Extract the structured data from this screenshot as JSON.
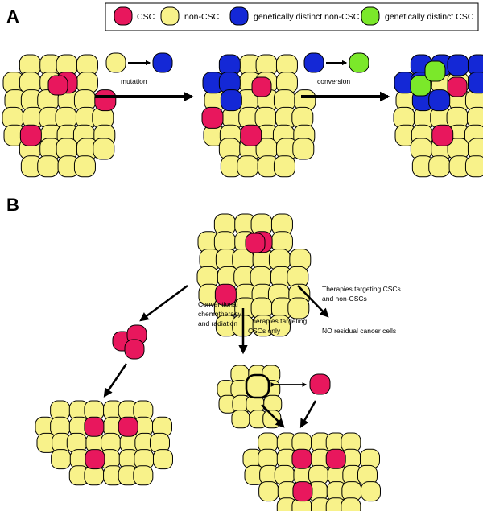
{
  "panels": {
    "a": "A",
    "b": "B"
  },
  "legend": {
    "csc": "CSC",
    "non_csc": "non-CSC",
    "distinct_non_csc": "genetically distinct non-CSC",
    "distinct_csc": "genetically distinct CSC"
  },
  "panel_a": {
    "mutation": "mutation",
    "conversion": "conversion"
  },
  "panel_b": {
    "conventional": [
      "Conventional",
      "chemotherapy",
      "and radiation"
    ],
    "csc_only": [
      "Therapies targeting",
      "CSCs only"
    ],
    "csc_and_non": [
      "Therapies targeting CSCs",
      "and non-CSCs"
    ],
    "no_residual": "NO residual cancer cells"
  },
  "colors": {
    "csc": "#e8175d",
    "non_csc": "#f8f28a",
    "distinct_non_csc": "#1428d6",
    "distinct_csc": "#7be82a",
    "outline": "#000000"
  }
}
